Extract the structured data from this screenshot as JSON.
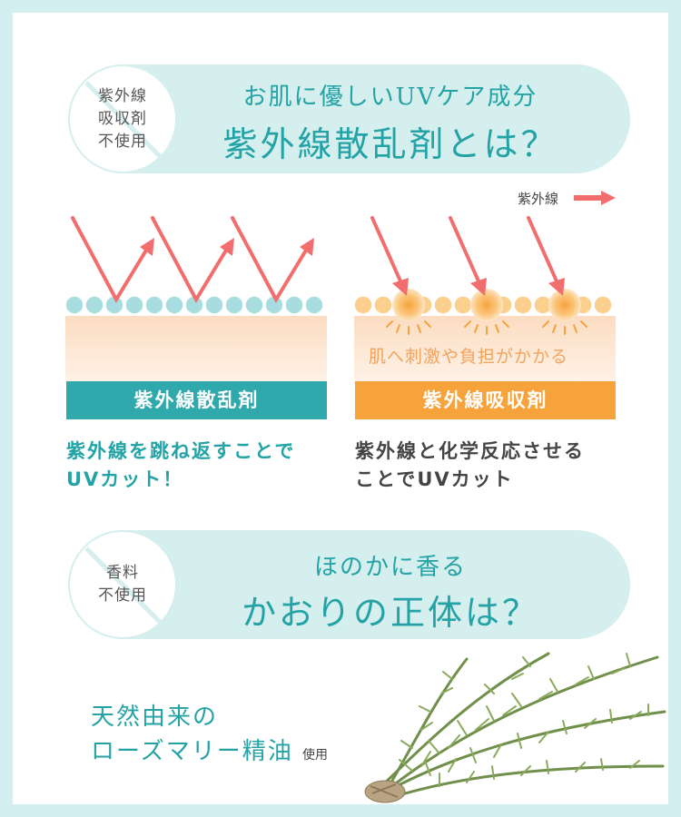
{
  "section1": {
    "badge_lines": [
      "紫外線",
      "吸収剤",
      "不使用"
    ],
    "title_line1": "お肌に優しいUVケア成分",
    "title_line2": "紫外線散乱剤とは？"
  },
  "legend_label": "紫外線",
  "scattering": {
    "bar_label": "紫外線散乱剤",
    "desc_line1": "紫外線を跳ね返すことで",
    "desc_line2": "UVカット！"
  },
  "absorbing": {
    "irritation_label": "肌へ刺激や負担がかかる",
    "bar_label": "紫外線吸収剤",
    "desc_line1": "紫外線と化学反応させる",
    "desc_line2": "ことでUVカット"
  },
  "section2": {
    "badge_lines": [
      "香料",
      "不使用"
    ],
    "title_line1": "ほのかに香る",
    "title_line2": "かおりの正体は？"
  },
  "rosemary": {
    "line1": "天然由来の",
    "line2": "ローズマリー精油",
    "use_label": "使用"
  },
  "colors": {
    "teal": "#23a3a6",
    "light_teal": "#d5eeee",
    "orange": "#f7a33c",
    "arrow_red": "#f26d6d",
    "skin": "#fbe3cc"
  }
}
